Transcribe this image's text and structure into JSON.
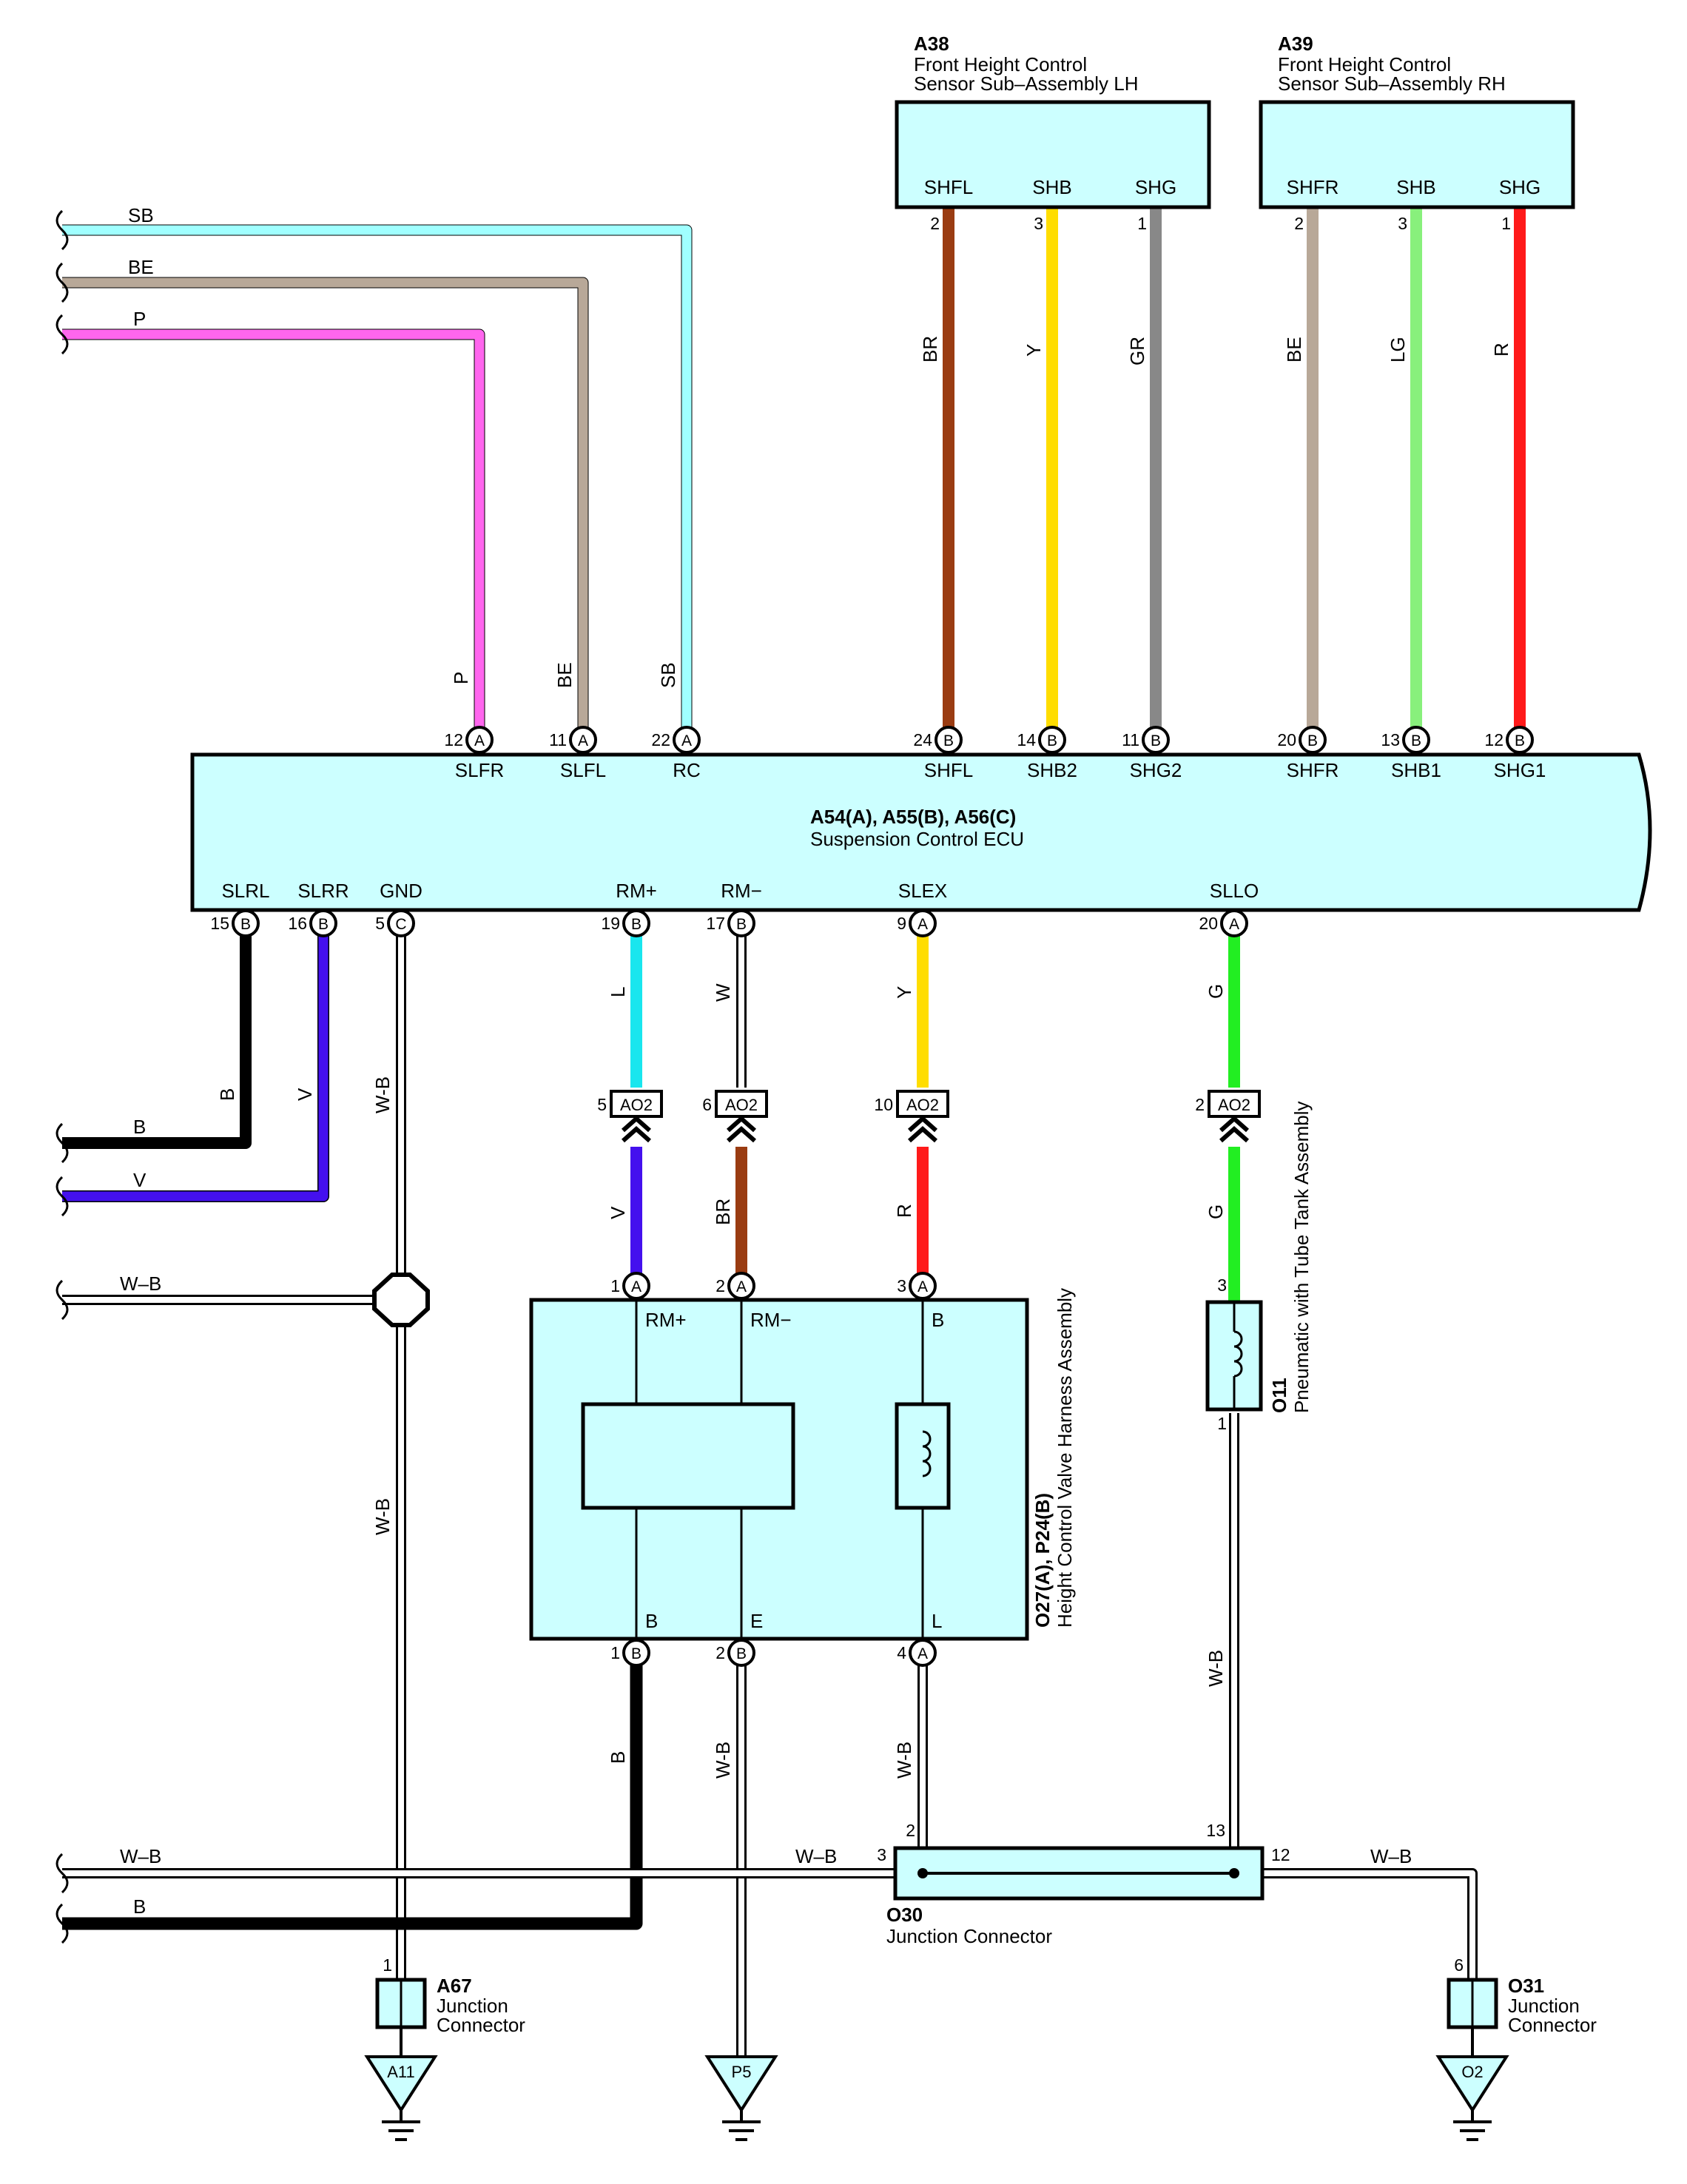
{
  "colors": {
    "component_fill": "#ccffff",
    "outline": "#000000",
    "SB": "#a0ffff",
    "BE": "#b8a898",
    "P": "#ff66ee",
    "BR": "#9a3c12",
    "Y": "#ffdd00",
    "GR": "#888888",
    "LG": "#88f07c",
    "R": "#ff1a1a",
    "L": "#19e6ee",
    "W": "#ffffff",
    "G": "#22ee22",
    "V": "#4410ee",
    "B": "#000000",
    "W-B": "#ffffff"
  },
  "components": {
    "a38": {
      "code": "A38",
      "name_line1": "Front Height Control",
      "name_line2": "Sensor Sub–Assembly LH",
      "terminals": [
        "SHFL",
        "SHB",
        "SHG"
      ]
    },
    "a39": {
      "code": "A39",
      "name_line1": "Front Height Control",
      "name_line2": "Sensor Sub–Assembly RH",
      "terminals": [
        "SHFR",
        "SHB",
        "SHG"
      ]
    },
    "ecu": {
      "code": "A54(A), A55(B), A56(C)",
      "name": "Suspension Control ECU",
      "top_terminals": [
        "SLFR",
        "SLFL",
        "RC",
        "SHFL",
        "SHB2",
        "SHG2",
        "SHFR",
        "SHB1",
        "SHG1"
      ],
      "bottom_terminals": [
        "SLRL",
        "SLRR",
        "GND",
        "RM+",
        "RM−",
        "SLEX",
        "SLLO"
      ]
    },
    "o27": {
      "code": "O27(A), P24(B)",
      "name": "Height Control Valve Harness Assembly",
      "terminals_top": [
        "RM+",
        "RM−",
        "B"
      ],
      "terminals_bottom": [
        "B",
        "E",
        "L"
      ]
    },
    "o11": {
      "code": "O11",
      "name": "Pneumatic with Tube Tank Assembly"
    },
    "o30": {
      "code": "O30",
      "name": "Junction Connector"
    },
    "a67": {
      "code": "A67",
      "name_line1": "Junction",
      "name_line2": "Connector"
    },
    "o31": {
      "code": "O31",
      "name_line1": "Junction",
      "name_line2": "Connector"
    }
  },
  "connectors": {
    "ao2": "AO2"
  },
  "grounds": [
    "A11",
    "P5",
    "O2"
  ],
  "pins": {
    "a38": [
      "2",
      "3",
      "1"
    ],
    "a39": [
      "2",
      "3",
      "1"
    ],
    "ecu_top": [
      {
        "num": "12",
        "conn": "A"
      },
      {
        "num": "11",
        "conn": "A"
      },
      {
        "num": "22",
        "conn": "A"
      },
      {
        "num": "24",
        "conn": "B"
      },
      {
        "num": "14",
        "conn": "B"
      },
      {
        "num": "11",
        "conn": "B"
      },
      {
        "num": "20",
        "conn": "B"
      },
      {
        "num": "13",
        "conn": "B"
      },
      {
        "num": "12",
        "conn": "B"
      }
    ],
    "ecu_bottom": [
      {
        "num": "15",
        "conn": "B"
      },
      {
        "num": "16",
        "conn": "B"
      },
      {
        "num": "5",
        "conn": "C"
      },
      {
        "num": "19",
        "conn": "B"
      },
      {
        "num": "17",
        "conn": "B"
      },
      {
        "num": "9",
        "conn": "A"
      },
      {
        "num": "20",
        "conn": "A"
      }
    ],
    "ao2": [
      "5",
      "6",
      "10",
      "2"
    ],
    "o27_top": [
      {
        "num": "1",
        "conn": "A"
      },
      {
        "num": "2",
        "conn": "A"
      },
      {
        "num": "3",
        "conn": "A"
      }
    ],
    "o27_bottom": [
      {
        "num": "1",
        "conn": "B"
      },
      {
        "num": "2",
        "conn": "B"
      },
      {
        "num": "4",
        "conn": "A"
      }
    ],
    "o11_top": "3",
    "o11_bottom": "1",
    "o30": [
      "3",
      "2",
      "13",
      "12"
    ],
    "a67": "1",
    "o31": "6"
  },
  "wire_labels": {
    "left_sb": "SB",
    "left_be": "BE",
    "left_p": "P",
    "ecu_p": "P",
    "ecu_be": "BE",
    "ecu_sb": "SB",
    "a38_br": "BR",
    "a38_y": "Y",
    "a38_gr": "GR",
    "a39_be": "BE",
    "a39_lg": "LG",
    "a39_r": "R",
    "slrl_b": "B",
    "slrr_v": "V",
    "left_b": "B",
    "left_v": "V",
    "gnd_wb": "W-B",
    "left_wb_mid": "W–B",
    "gnd_wb_lower": "W-B",
    "rmp_l": "L",
    "rmm_w": "W",
    "slex_y": "Y",
    "sllo_g": "G",
    "rmp_v": "V",
    "rmm_br": "BR",
    "slex_r": "R",
    "sllo_g2": "G",
    "o27_b": "B",
    "o27_wb": "W-B",
    "o27_wb2": "W-B",
    "o11_wb": "W-B",
    "left_wb_bottom": "W–B",
    "left_b_bottom": "B",
    "o30_wb_left": "W–B",
    "o30_wb_right": "W–B"
  }
}
